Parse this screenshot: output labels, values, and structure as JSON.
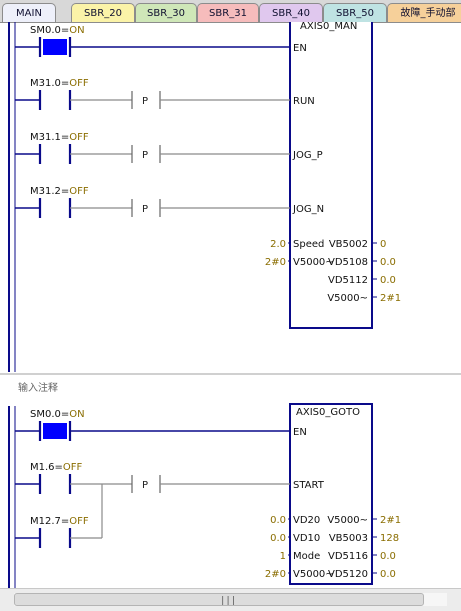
{
  "tabs": [
    {
      "label": "MAIN",
      "bg": "#eef0fa"
    },
    {
      "label": "SBR_20",
      "bg": "#fbf3a8"
    },
    {
      "label": "SBR_30",
      "bg": "#cfe7b8"
    },
    {
      "label": "SBR_31",
      "bg": "#f6bcbc"
    },
    {
      "label": "SBR_40",
      "bg": "#e0c8ee"
    },
    {
      "label": "SBR_50",
      "bg": "#bfe3e3"
    },
    {
      "label": "故障_手动部",
      "bg": "#f6d09a"
    }
  ],
  "colors": {
    "wire": "#0a0a8a",
    "addr": "#111111",
    "value": "#8a6d00",
    "contact_on": "#0000ff",
    "block_border": "#0a0a8a",
    "separator": "#a0a0a0"
  },
  "network1": {
    "rungs": [
      {
        "address": "SM0.0",
        "state": "ON",
        "pin": "EN",
        "contact_active": true,
        "pulse": false
      },
      {
        "address": "M31.0",
        "state": "OFF",
        "pin": "RUN",
        "contact_active": false,
        "pulse": true
      },
      {
        "address": "M31.1",
        "state": "OFF",
        "pin": "JOG_P",
        "contact_active": false,
        "pulse": true
      },
      {
        "address": "M31.2",
        "state": "OFF",
        "pin": "JOG_N",
        "contact_active": false,
        "pulse": true
      }
    ],
    "block_title": "AXIS0_MAN",
    "pulse_label": "P",
    "params": [
      {
        "left_val": "2.0",
        "in_pin": "Speed",
        "out_pin": "VB5002",
        "right_val": "0"
      },
      {
        "left_val": "2#0",
        "in_pin": "V5000~",
        "out_pin": "VD5108",
        "right_val": "0.0"
      },
      {
        "left_val": "",
        "in_pin": "",
        "out_pin": "VD5112",
        "right_val": "0.0"
      },
      {
        "left_val": "",
        "in_pin": "",
        "out_pin": "V5000~",
        "right_val": "2#1"
      }
    ]
  },
  "network2": {
    "comment": "输入注释",
    "rungs": [
      {
        "address": "SM0.0",
        "state": "ON",
        "pin": "EN",
        "contact_active": true,
        "pulse": false
      },
      {
        "address": "M1.6",
        "state": "OFF",
        "pin": "START",
        "contact_active": false,
        "pulse": true
      },
      {
        "address": "M12.7",
        "state": "OFF",
        "pin": "",
        "contact_active": false,
        "pulse": false
      }
    ],
    "block_title": "AXIS0_GOTO",
    "pulse_label": "P",
    "params": [
      {
        "left_val": "0.0",
        "in_pin": "VD20",
        "out_pin": "V5000~",
        "right_val": "2#1"
      },
      {
        "left_val": "0.0",
        "in_pin": "VD10",
        "out_pin": "VB5003",
        "right_val": "128"
      },
      {
        "left_val": "1",
        "in_pin": "Mode",
        "out_pin": "VD5116",
        "right_val": "0.0"
      },
      {
        "left_val": "2#0",
        "in_pin": "V5000~",
        "out_pin": "VD5120",
        "right_val": "0.0"
      }
    ]
  },
  "scrollbar": {
    "grip": "|||"
  }
}
